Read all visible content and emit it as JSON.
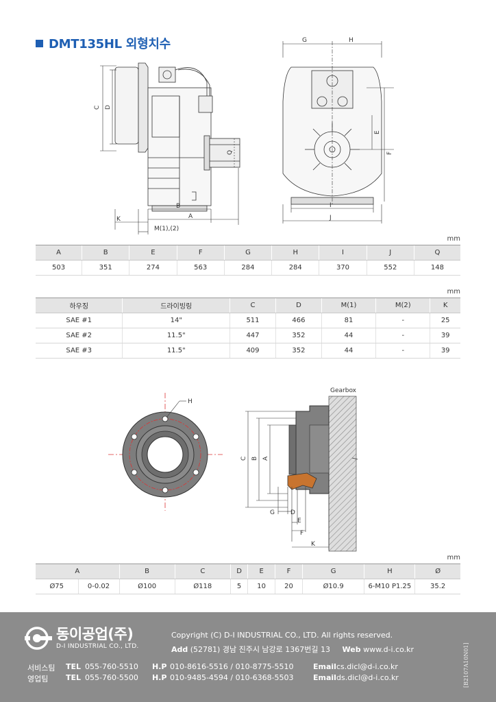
{
  "title": "DMT135HL 외형치수",
  "gearbox_drawing": {
    "side_labels": {
      "a": "A",
      "b": "B",
      "c": "C",
      "d": "D",
      "k": "K",
      "m": "M(1),(2)",
      "q": "Q"
    },
    "front_labels": {
      "g": "G",
      "h": "H",
      "e": "E",
      "f": "F",
      "i": "I",
      "j": "J"
    }
  },
  "unit": "mm",
  "table1": {
    "headers": [
      "A",
      "B",
      "E",
      "F",
      "G",
      "H",
      "I",
      "J",
      "Q"
    ],
    "row": [
      "503",
      "351",
      "274",
      "563",
      "284",
      "284",
      "370",
      "552",
      "148"
    ]
  },
  "table2": {
    "headers": [
      "하우징",
      "드라이빙링",
      "C",
      "D",
      "M(1)",
      "M(2)",
      "K"
    ],
    "rows": [
      [
        "SAE #1",
        "14\"",
        "511",
        "466",
        "81",
        "-",
        "25"
      ],
      [
        "SAE #2",
        "11.5\"",
        "447",
        "352",
        "44",
        "-",
        "39"
      ],
      [
        "SAE #3",
        "11.5\"",
        "409",
        "352",
        "44",
        "-",
        "39"
      ]
    ]
  },
  "flange_drawing": {
    "gearbox_label": "Gearbox",
    "front_label_h": "H",
    "dims": {
      "c": "C",
      "b": "B",
      "a": "A",
      "g": "G",
      "d": "D",
      "e": "E",
      "f": "F",
      "k": "K"
    }
  },
  "table3": {
    "headers": [
      "A",
      "B",
      "C",
      "D",
      "E",
      "F",
      "G",
      "H",
      "Ø"
    ],
    "row": [
      "Ø75",
      "0-0.02",
      "Ø100",
      "Ø118",
      "5",
      "10",
      "20",
      "Ø10.9",
      "6-M10 P1.25",
      "35.2"
    ]
  },
  "footer": {
    "company_kr": "동이공업(주)",
    "company_en": "D-I INDUSTRIAL CO., LTD.",
    "copyright": "Copyright (C) D-I INDUSTRIAL CO., LTD. All rights reserved.",
    "add_label": "Add",
    "address": "(52781) 경남 진주시 남강로 1367번길 13",
    "web_label": "Web",
    "web": "www.d-i.co.kr",
    "service": {
      "team": "서비스팀",
      "tel_label": "TEL",
      "tel": "055-760-5510",
      "hp_label": "H.P",
      "hp": "010-8616-5516 / 010-8775-5510",
      "email_label": "Email",
      "email": "cs.dicl@d-i.co.kr"
    },
    "sales": {
      "team": "영업팀",
      "tel_label": "TEL",
      "tel": "055-760-5500",
      "hp_label": "H.P",
      "hp": "010-9485-4594 / 010-6368-5503",
      "email_label": "Email",
      "email": "ds.dicl@d-i.co.kr"
    },
    "doc_number": "[B2107A10N01]"
  },
  "colors": {
    "accent": "#1e5fb3",
    "footer_bg": "#8c8c8c",
    "flange_gray": "#7d7d7d",
    "seal_orange": "#c8742f"
  }
}
